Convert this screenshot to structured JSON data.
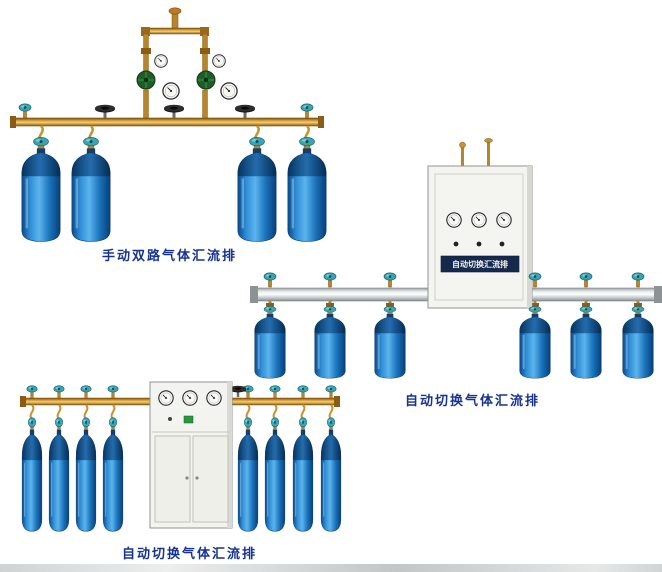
{
  "page": {
    "background": "#ffffff",
    "caption_color": "#16338e"
  },
  "products": [
    {
      "name": "manual-dual-manifold",
      "caption": "手动双路气体汇流排",
      "cylinder_count": 4
    },
    {
      "name": "auto-changeover-manifold",
      "caption": "自动切换气体汇流排",
      "cabinet_label": "自动切换汇流排",
      "cylinder_count": 6
    },
    {
      "name": "auto-changeover-manifold-cabinet",
      "caption": "自动切换气体汇流排",
      "cylinder_count": 8
    }
  ],
  "colors": {
    "cylinder_blue": "#1b74bc",
    "brass": "#d9a43c",
    "valve_teal": "#3aa4b2",
    "rail_silver": "#c9ced0",
    "cabinet_white": "#f4f4f0"
  }
}
